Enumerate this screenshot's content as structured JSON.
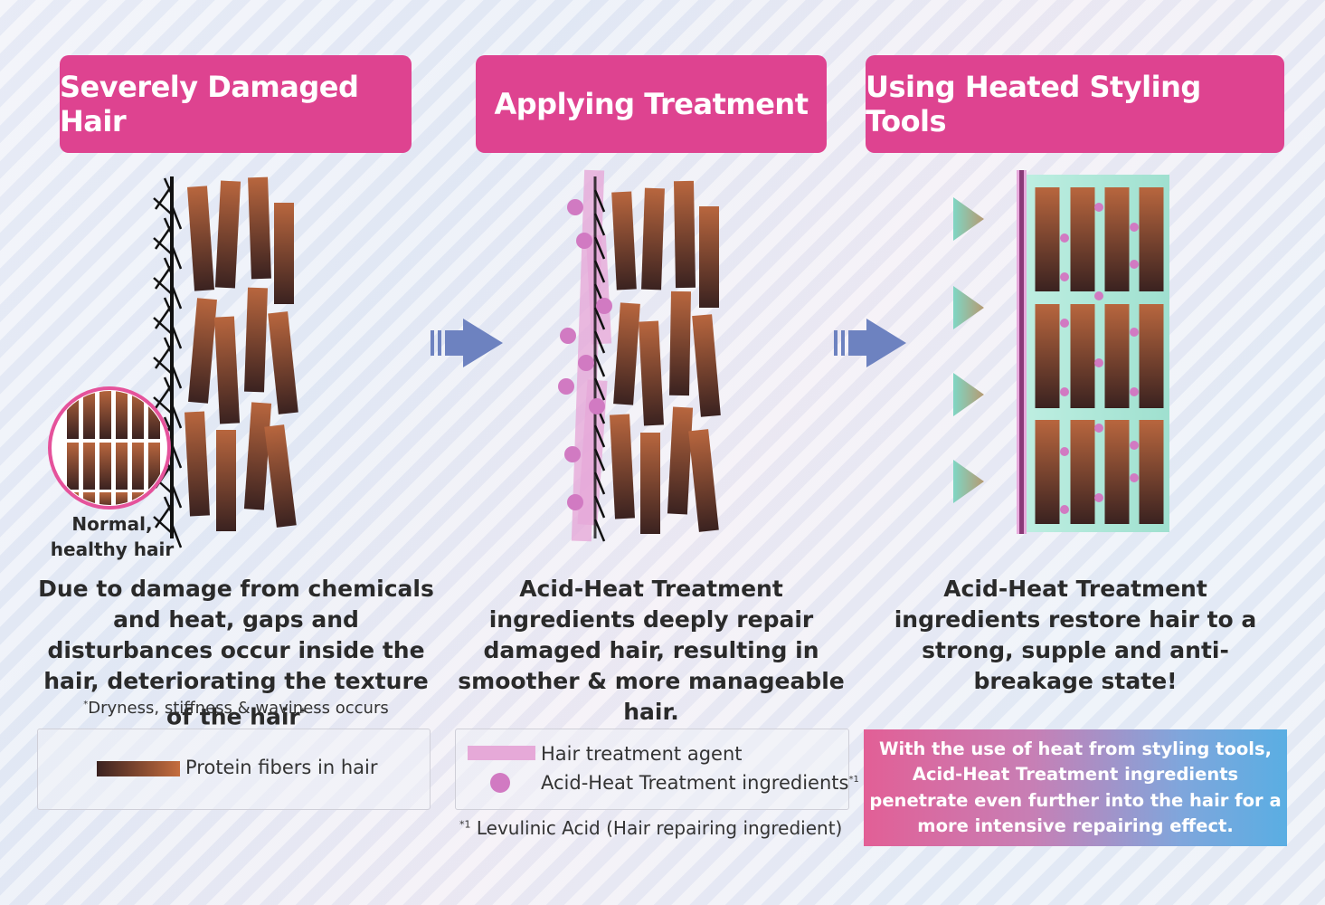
{
  "panels": [
    {
      "title": "Severely Damaged Hair",
      "description": "Due to damage from chemicals and heat, gaps and disturbances occur inside the hair, deteriorating the texture of the hair",
      "description_mark": "*",
      "footnote": "Dryness, stiffness & waviness occurs",
      "footnote_mark": "*"
    },
    {
      "title": "Applying Treatment",
      "description": "Acid-Heat Treatment ingredients deeply repair damaged hair, resulting in smoother & more manageable hair."
    },
    {
      "title": "Using Heated Styling Tools",
      "description": "Acid-Heat Treatment ingredients restore hair to a strong, supple and anti-breakage state!"
    }
  ],
  "inset_label_line1": "Normal,",
  "inset_label_line2": "healthy hair",
  "legend_1": {
    "protein_label": "Protein fibers in hair"
  },
  "legend_2": {
    "agent_label": "Hair treatment agent",
    "ingredient_label": "Acid-Heat Treatment ingredients",
    "ingredient_mark": "*1",
    "footnote_mark": "*1",
    "footnote": "Levulinic Acid (Hair repairing ingredient)"
  },
  "info_box": "With the use of heat from styling tools, Acid-Heat Treatment ingredients penetrate even further into the hair for a more intensive repairing effect.",
  "colors": {
    "header_bg": "#de4390",
    "protein_dark": "#3a2220",
    "protein_light": "#b8663e",
    "treatment_agent": "#e6a9d8",
    "ingredient_dot": "#d17ac2",
    "arrow": "#6d82c0",
    "heat_triangle": "#7fcfc0"
  }
}
